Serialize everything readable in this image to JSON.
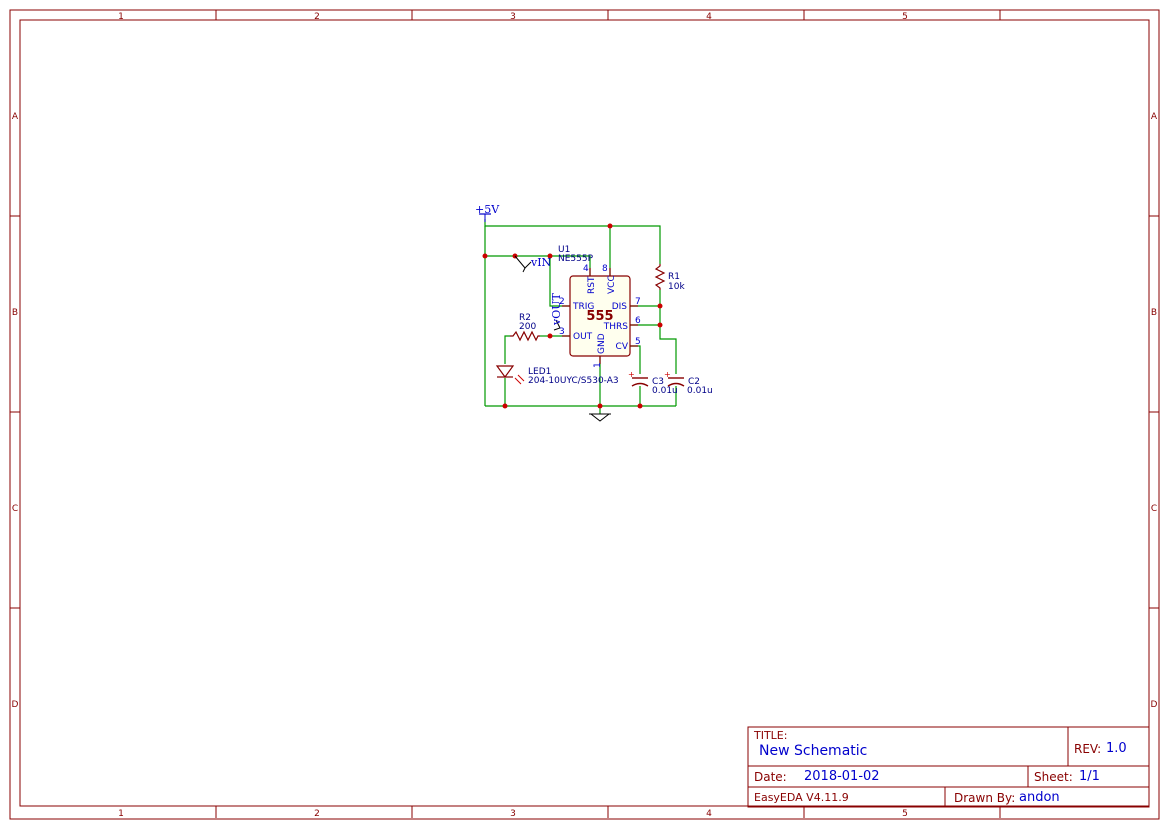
{
  "frame": {
    "col_labels": [
      "1",
      "2",
      "3",
      "4",
      "5"
    ],
    "row_labels": [
      "A",
      "B",
      "C",
      "D"
    ]
  },
  "colors": {
    "frame": "#880000",
    "wire": "#009900",
    "junction": "#cc0000",
    "text_blue": "#0000cc",
    "component": "#880000"
  },
  "schematic": {
    "power_label": "+5V",
    "u1": {
      "ref": "U1",
      "value": "NE555P",
      "name": "555",
      "pins": {
        "rst": "RST",
        "vcc": "VCC",
        "trig": "TRIG",
        "out": "OUT",
        "gnd": "GND",
        "dis": "DIS",
        "thrs": "THRS",
        "cv": "CV",
        "n4": "4",
        "n8": "8",
        "n2": "2",
        "n3": "3",
        "n1": "1",
        "n7": "7",
        "n6": "6",
        "n5": "5"
      }
    },
    "r1": {
      "ref": "R1",
      "value": "10k"
    },
    "r2": {
      "ref": "R2",
      "value": "200"
    },
    "c3": {
      "ref": "C3",
      "value": "0.01u"
    },
    "c2": {
      "ref": "C2",
      "value": "0.01u"
    },
    "led1": {
      "ref": "LED1",
      "value": "204-10UYC/S530-A3"
    },
    "net_vin": "vIN",
    "net_vout": "vOUT"
  },
  "title_block": {
    "title_label": "TITLE:",
    "title": "New Schematic",
    "rev_label": "REV:",
    "rev": "1.0",
    "date_label": "Date:",
    "date": "2018-01-02",
    "sheet_label": "Sheet:",
    "sheet": "1/1",
    "tool": "EasyEDA V4.11.9",
    "drawn_label": "Drawn By:",
    "drawn": "andon"
  }
}
